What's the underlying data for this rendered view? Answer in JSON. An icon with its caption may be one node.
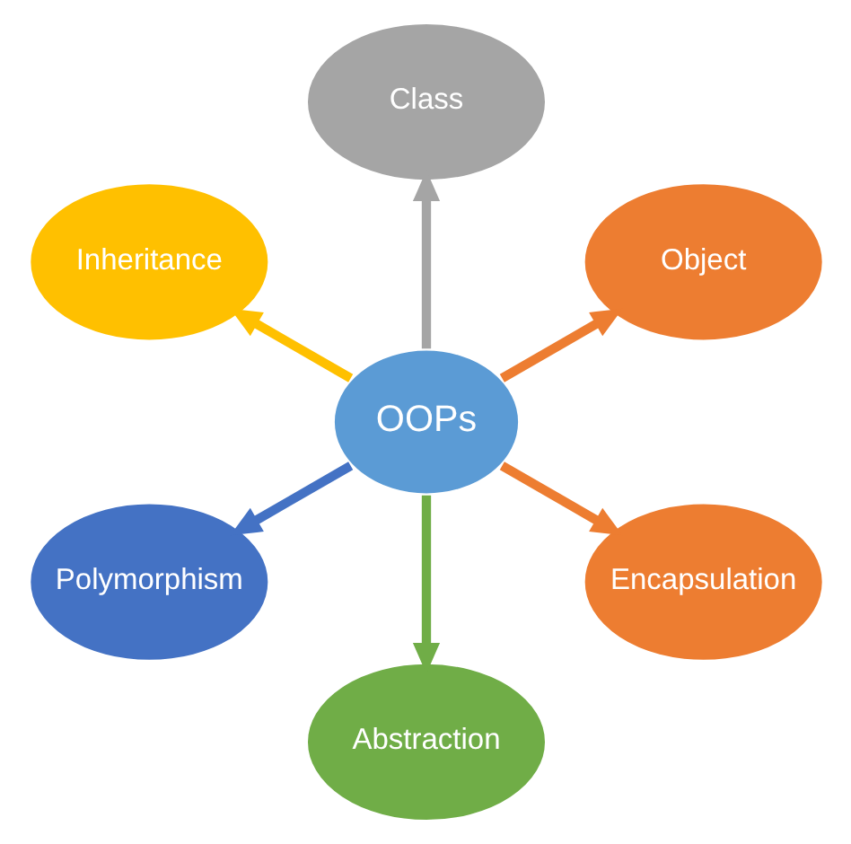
{
  "diagram": {
    "nodes": [
      {
        "text": [
          "OOPs"
        ]
      },
      {
        "text": [
          "Object"
        ]
      },
      {
        "text": [
          "Class"
        ]
      },
      {
        "text": [
          "Inheritance"
        ]
      },
      {
        "text": [
          "Polymorphism"
        ]
      },
      {
        "text": [
          "Abstraction"
        ]
      },
      {
        "text": [
          "Encapsulation"
        ]
      }
    ],
    "edges": [
      {
        "from": 0,
        "to": 1,
        "arrow": "to",
        "color": "#ed7d31"
      },
      {
        "from": 0,
        "to": 2,
        "arrow": "to",
        "color": "#a5a5a5"
      },
      {
        "from": 0,
        "to": 3,
        "arrow": "to",
        "color": "#ffc000"
      },
      {
        "from": 0,
        "to": 4,
        "arrow": "to",
        "color": "#4472c4"
      },
      {
        "from": 0,
        "to": 5,
        "arrow": "to",
        "color": "#70ad47"
      },
      {
        "from": 0,
        "to": 6,
        "arrow": "to",
        "color": "#ed7d31"
      }
    ]
  }
}
